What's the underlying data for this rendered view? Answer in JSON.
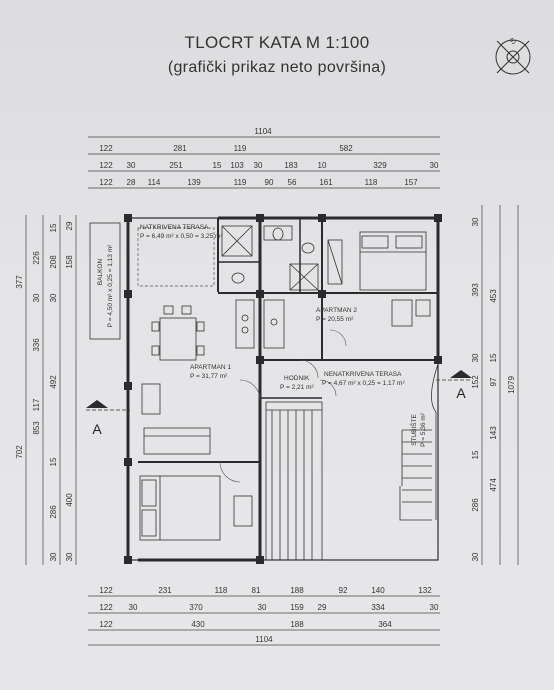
{
  "title": "TLOCRT KATA  M 1:100",
  "subtitle": "(grafički prikaz neto površina)",
  "north_label": "S",
  "section_label": "A",
  "top_dims": {
    "total": "1104",
    "row1": [
      "122",
      "281",
      "119",
      "582"
    ],
    "row2": [
      "122",
      "30",
      "251",
      "15",
      "103",
      "30",
      "183",
      "10",
      "329",
      "30"
    ],
    "row3": [
      "122",
      "28",
      "114",
      "139",
      "119",
      "90",
      "56",
      "161",
      "118",
      "157"
    ]
  },
  "bottom_dims": {
    "row1": [
      "122",
      "231",
      "118",
      "81",
      "188",
      "92",
      "140",
      "132"
    ],
    "row2": [
      "122",
      "30",
      "370",
      "30",
      "159",
      "29",
      "334",
      "30"
    ],
    "row3": [
      "122",
      "430",
      "188",
      "364"
    ],
    "total": "1104"
  },
  "left_dims": {
    "outer": [
      "377",
      "702"
    ],
    "mid": [
      "226",
      "30",
      "336",
      "117",
      "853"
    ],
    "inner": [
      "15",
      "208",
      "30",
      "492",
      "15",
      "400",
      "30"
    ],
    "inner2": [
      "29",
      "158",
      "286",
      "30"
    ]
  },
  "right_dims": {
    "r1": [
      "393",
      "152",
      "15",
      "286",
      "30",
      "30"
    ],
    "r2": [
      "453",
      "97",
      "143",
      "474"
    ],
    "r3": [
      "1079"
    ],
    "small": [
      "30",
      "15"
    ]
  },
  "rooms": {
    "natkrivena": {
      "name": "NATKRIVENA TERASA",
      "area": "P = 6,49 m² x 0,50 = 3,25 m²"
    },
    "balkon": {
      "name": "BALKON",
      "area": "P = 4,50 m² x 0,25 = 1,13 m²"
    },
    "apartman1": {
      "name": "APARTMAN 1",
      "area": "P = 31,77 m²"
    },
    "apartman2": {
      "name": "APARTMAN 2",
      "area": "P = 20,55 m²"
    },
    "hodnik": {
      "name": "HODNIK",
      "area": "P = 2,21 m²"
    },
    "nenatkrivena": {
      "name": "NENATKRIVENA TERASA",
      "area": "P = 4,67 m² x 0,25 = 1,17 m²"
    },
    "stubiste": {
      "name": "STUBIŠTE",
      "area": "P = 5,36 m²"
    }
  }
}
